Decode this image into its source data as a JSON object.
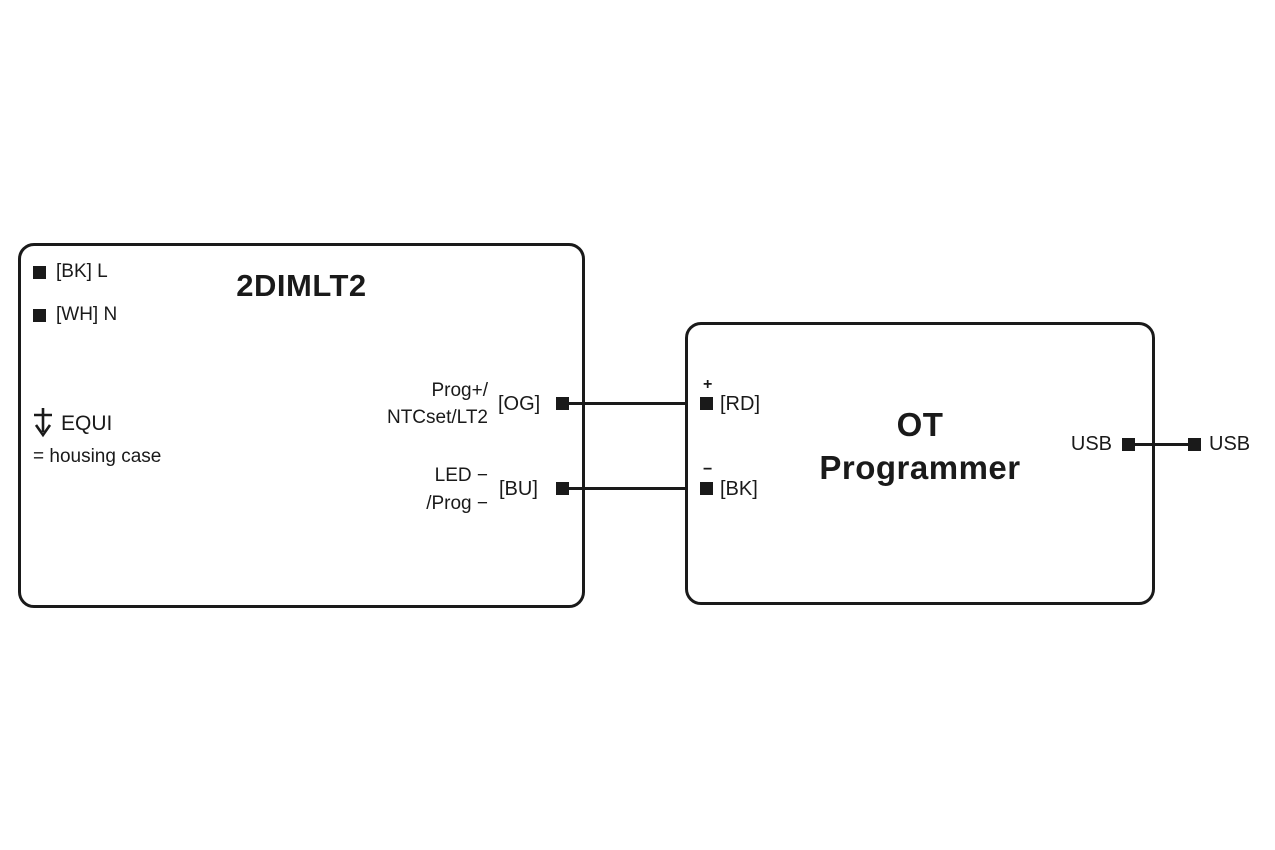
{
  "diagram": {
    "left_box": {
      "title": "2DIMLT2",
      "terminals": [
        {
          "label": "[BK] L"
        },
        {
          "label": "[WH] N"
        }
      ],
      "equi": {
        "label": "EQUI",
        "note": "= housing case"
      },
      "outputs": [
        {
          "desc1": "Prog+/",
          "desc2": "NTCset/LT2",
          "wire": "[OG]"
        },
        {
          "desc1": "LED −",
          "desc2": "/Prog −",
          "wire": "[BU]"
        }
      ]
    },
    "right_box": {
      "title1": "OT",
      "title2": "Programmer",
      "inputs": [
        {
          "polarity": "+",
          "wire": "[RD]"
        },
        {
          "polarity": "−",
          "wire": "[BK]"
        }
      ],
      "usb": {
        "inside": "USB",
        "outside": "USB"
      }
    },
    "colors": {
      "line": "#1a1a1a",
      "background": "#ffffff"
    }
  }
}
